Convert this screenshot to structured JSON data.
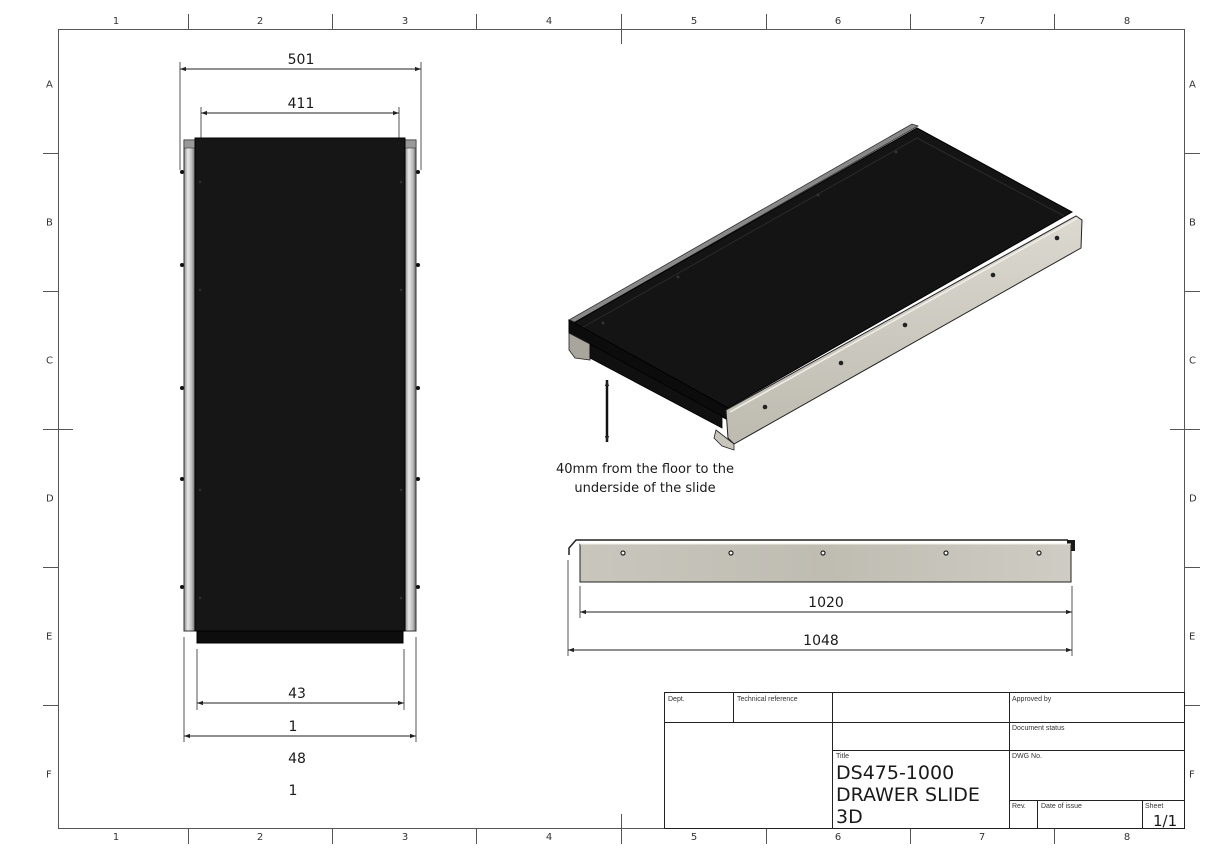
{
  "sheet": {
    "columns": [
      "1",
      "2",
      "3",
      "4",
      "5",
      "6",
      "7",
      "8"
    ],
    "rows": [
      "A",
      "B",
      "C",
      "D",
      "E",
      "F"
    ]
  },
  "top_view": {
    "dimensions": {
      "overall_width": "501",
      "inner_width": "411",
      "bottom_inner": "43",
      "bottom_outer_1": "1",
      "bottom_extra_1": "48",
      "bottom_extra_2": "1"
    }
  },
  "iso_view": {
    "note_line1": "40mm from the floor to the",
    "note_line2": "underside of the slide"
  },
  "side_view": {
    "dimensions": {
      "inner_length": "1020",
      "overall_length": "1048"
    }
  },
  "title_block": {
    "dept_label": "Dept.",
    "tech_ref_label": "Technical reference",
    "approved_by_label": "Approved by",
    "document_status_label": "Document status",
    "title_label": "Title",
    "title_line1": "DS475-1000",
    "title_line2": "DRAWER SLIDE",
    "title_line3": "3D",
    "dwg_no_label": "DWG No.",
    "rev_label": "Rev.",
    "date_of_issue_label": "Date of issue",
    "sheet_label": "Sheet",
    "sheet_value": "1/1"
  }
}
